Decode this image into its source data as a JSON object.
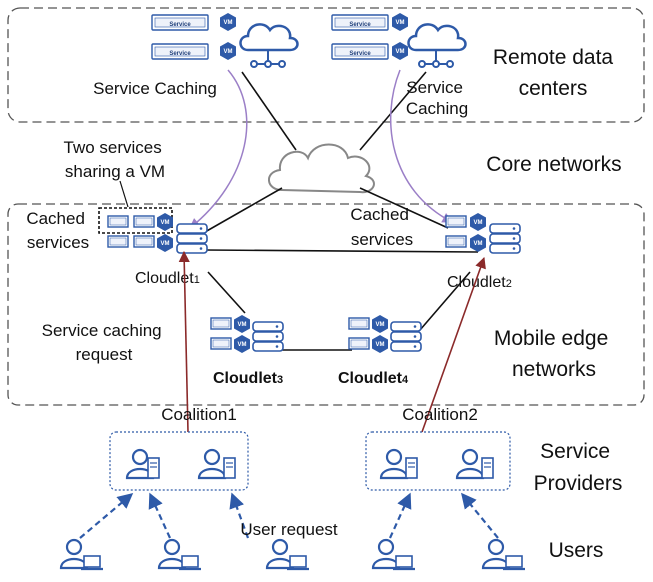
{
  "regions": {
    "remote": "Remote data\ncenters",
    "core": "Core networks",
    "edge": "Mobile edge\nnetworks",
    "providers": "Service\nProviders",
    "users": "Users"
  },
  "labels": {
    "service_caching_left": "Service Caching",
    "service_caching_right": "Service\nCaching",
    "two_services": "Two services\nsharing a VM",
    "cached_services_left": "Cached\nservices",
    "cached_services_center": "Cached\nservices",
    "service_caching_request": "Service caching\nrequest",
    "user_request": "User request",
    "coalition1": "Coalition1",
    "coalition2": "Coalition2"
  },
  "cloudlets": [
    {
      "name": "Cloudlet",
      "sub": "1"
    },
    {
      "name": "Cloudlet",
      "sub": "2"
    },
    {
      "name": "Cloudlet",
      "sub": "3"
    },
    {
      "name": "Cloudlet",
      "sub": "4"
    }
  ],
  "icons": {
    "service_box_label": "Service",
    "vm_label": "VM"
  },
  "colors": {
    "accent_blue": "#2e5aa8",
    "purple_arrow": "#9b7fc7",
    "red_arrow": "#8b2a2a",
    "dash_gray": "#555555"
  }
}
